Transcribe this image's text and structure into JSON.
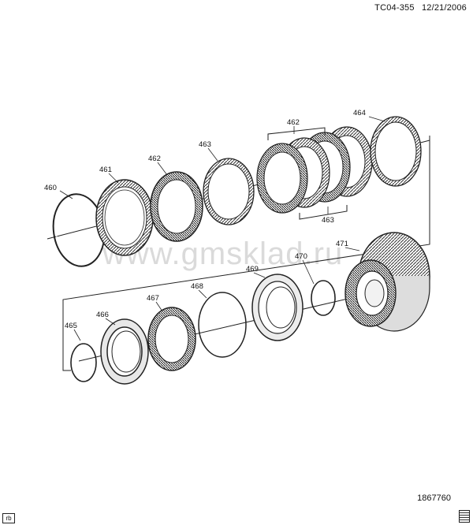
{
  "header": {
    "code": "TC04-355",
    "date": "12/21/2006"
  },
  "footer": {
    "figure_number": "1867760",
    "corner_label": "rb"
  },
  "watermark": "www.gmsklad.ru",
  "callouts": {
    "p460": "460",
    "p461": "461",
    "p462a": "462",
    "p462b": "462",
    "p463a": "463",
    "p463b": "463",
    "p464": "464",
    "p465": "465",
    "p466": "466",
    "p467": "467",
    "p468": "468",
    "p469": "469",
    "p470": "470",
    "p471": "471"
  }
}
